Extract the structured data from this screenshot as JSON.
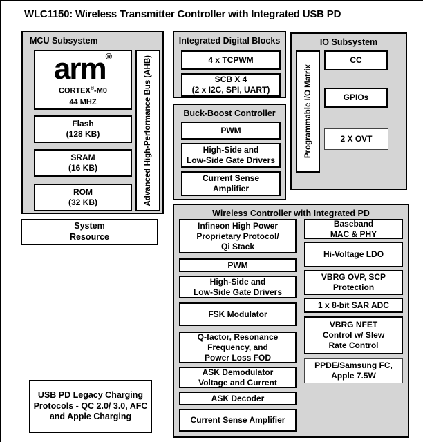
{
  "title": "WLC1150: Wireless Transmitter Controller with Integrated USB PD",
  "colors": {
    "panel_gray": "#d5d5d5",
    "line_black": "#000000"
  },
  "mcu": {
    "heading": "MCU Subsystem",
    "cpu": {
      "logo": "arm",
      "logo_reg": "®",
      "core_name": "CORTEX",
      "core_reg": "®",
      "core_suffix": "-M0",
      "freq": "44 MHZ"
    },
    "memories": [
      {
        "label": "Flash\n(128 KB)"
      },
      {
        "label": "SRAM\n(16 KB)"
      },
      {
        "label": "ROM\n(32 KB)"
      }
    ],
    "bus": "Advanced High-Performance Bus (AHB)"
  },
  "system_resource": "System\nResource",
  "usb_pd_note": "USB PD  Legacy Charging\nProtocols - QC 2.0/ 3.0, AFC\nand Apple Charging",
  "digital_blocks": {
    "heading": "Integrated Digital Blocks",
    "items": [
      "4 x TCPWM",
      "SCB X 4\n(2 x I2C, SPI, UART)"
    ]
  },
  "buck_boost": {
    "heading": "Buck-Boost Controller",
    "items": [
      "PWM",
      "High-Side and\nLow-Side Gate Drivers",
      "Current Sense\nAmplifier"
    ]
  },
  "io_subsystem": {
    "heading": "IO Subsystem",
    "matrix": "Programmable I/O Matrix",
    "items": [
      "CC",
      "GPIOs",
      "2 X OVT"
    ]
  },
  "wireless": {
    "heading": "Wireless Controller with Integrated PD",
    "left": [
      "Infineon High Power\nProprietary Protocol/\nQi Stack",
      "PWM",
      "High-Side and\nLow-Side Gate Drivers",
      "FSK Modulator",
      "Q-factor, Resonance\nFrequency, and\nPower Loss FOD",
      "ASK Demodulator\nVoltage and Current",
      "ASK Decoder",
      "Current Sense Amplifier"
    ],
    "right": [
      "Baseband\nMAC & PHY",
      "Hi-Voltage LDO",
      "VBRG OVP, SCP\nProtection",
      "1 x 8-bit SAR ADC",
      "VBRG NFET\nControl w/ Slew\nRate Control",
      "PPDE/Samsung FC,\nApple 7.5W"
    ]
  }
}
